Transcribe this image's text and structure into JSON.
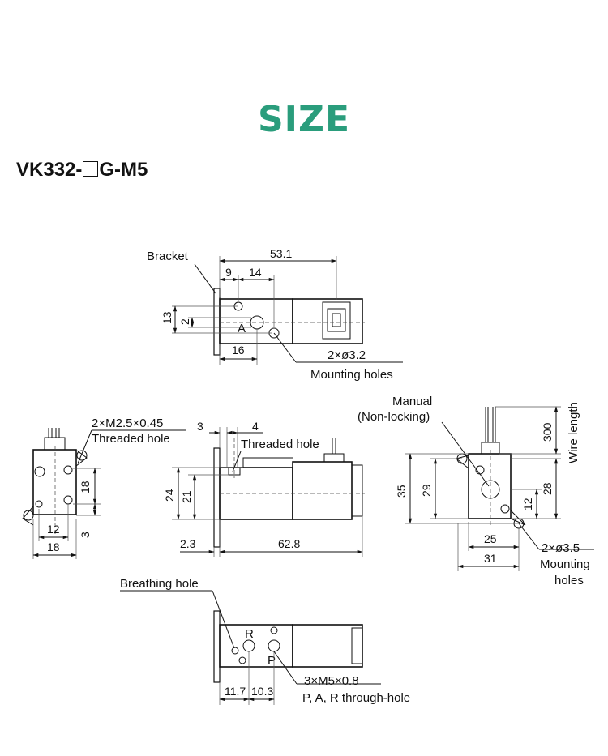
{
  "header": {
    "title": "SIZE",
    "model_prefix": "VK332-",
    "model_suffix": "G-M5"
  },
  "views": {
    "top": {
      "bracket": "Bracket",
      "d_total": "53.1",
      "d_9": "9",
      "d_14": "14",
      "d_13": "13",
      "d_2": "2",
      "d_16": "16",
      "port_a": "A",
      "holes_spec": "2×ø3.2",
      "holes_label": "Mounting holes"
    },
    "left": {
      "thread_spec": "2×M2.5×0.45",
      "thread_label": "Threaded hole",
      "d_18v": "18",
      "d_3v": "3",
      "d_12": "12",
      "d_18h": "18"
    },
    "front": {
      "d_3": "3",
      "d_4": "4",
      "thread_label": "Threaded hole",
      "d_24": "24",
      "d_21": "21",
      "d_23": "2.3",
      "d_628": "62.8"
    },
    "right": {
      "manual_1": "Manual",
      "manual_2": "(Non-locking)",
      "d_300": "300",
      "wire_length": "Wire length",
      "d_35": "35",
      "d_29": "29",
      "d_28": "28",
      "d_12": "12",
      "d_25": "25",
      "d_31": "31",
      "holes_spec": "2×ø3.5",
      "holes_label_1": "Mounting",
      "holes_label_2": "holes"
    },
    "bottom": {
      "breathing": "Breathing hole",
      "port_r": "R",
      "port_p": "P",
      "d_117": "11.7",
      "d_103": "10.3",
      "ports_spec": "3×M5×0.8",
      "ports_label": "P, A, R through-hole"
    }
  },
  "colors": {
    "title": "#2a9d7c",
    "lines": "#111111"
  }
}
